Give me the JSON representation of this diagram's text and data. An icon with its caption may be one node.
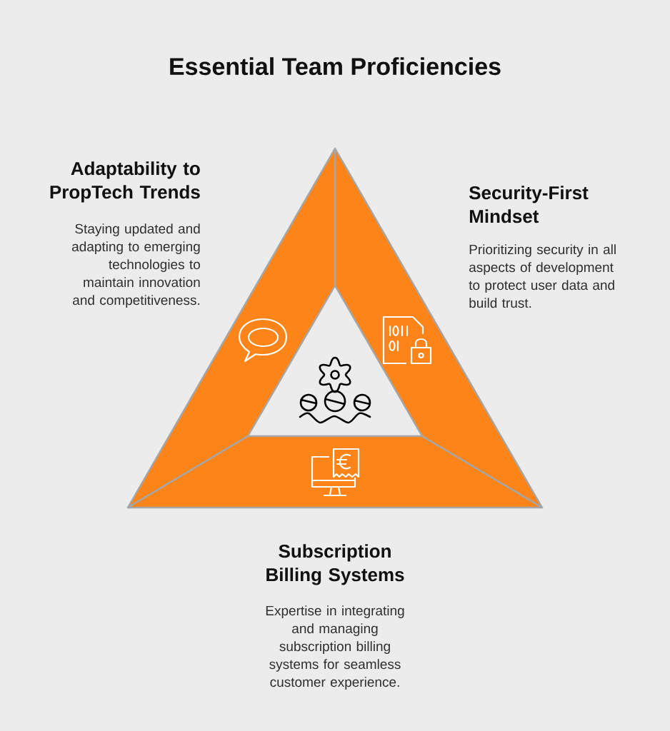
{
  "diagram": {
    "title": "Essential Team Proficiencies",
    "nodes": [
      {
        "text": [
          "Adaptability to PropTech Trends",
          "Staying updated and adapting to emerging technologies to maintain innovation and competitiveness."
        ]
      },
      {
        "text": [
          "Security-First Mindset",
          "Prioritizing security in all aspects of development to protect user data and build trust."
        ]
      },
      {
        "text": [
          "Subscription Billing Systems",
          "Expertise in integrating and managing subscription billing systems for seamless customer experience."
        ]
      }
    ]
  }
}
